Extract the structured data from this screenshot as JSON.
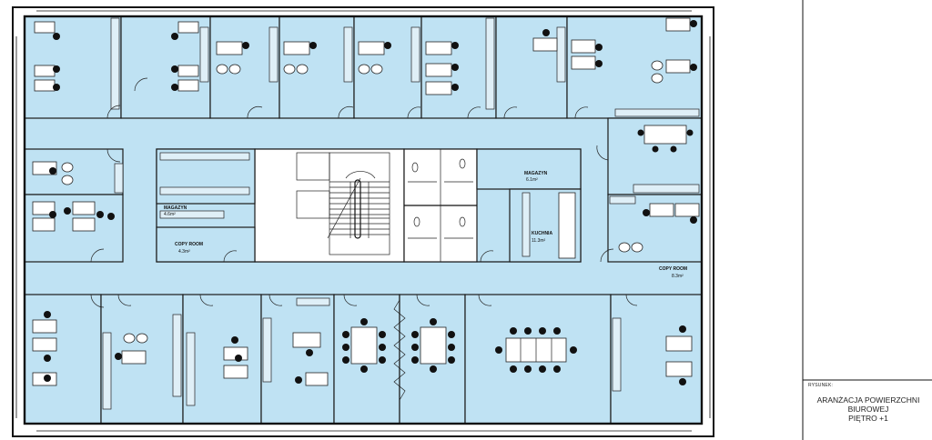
{
  "title_block": {
    "caption": "RYSUNEK:",
    "title_lines": [
      "ARANŻACJA POWIERZCHNI",
      "BIUROWEJ",
      "PIĘTRO +1"
    ]
  },
  "room_labels": {
    "magazyn_left": "MAGAZYN",
    "magazyn_left_area": "4.6m²",
    "copy_left": "COPY ROOM",
    "copy_left_area": "4.3m²",
    "magazyn_right": "MAGAZYN",
    "magazyn_right_area": "6.1m²",
    "kuchnia": "KUCHNIA",
    "kuchnia_area": "11.3m²",
    "copy_right": "COPY ROOM",
    "copy_right_area": "8.3m²"
  },
  "colors": {
    "room_fill": "#bfe2f3",
    "line": "#111111"
  }
}
